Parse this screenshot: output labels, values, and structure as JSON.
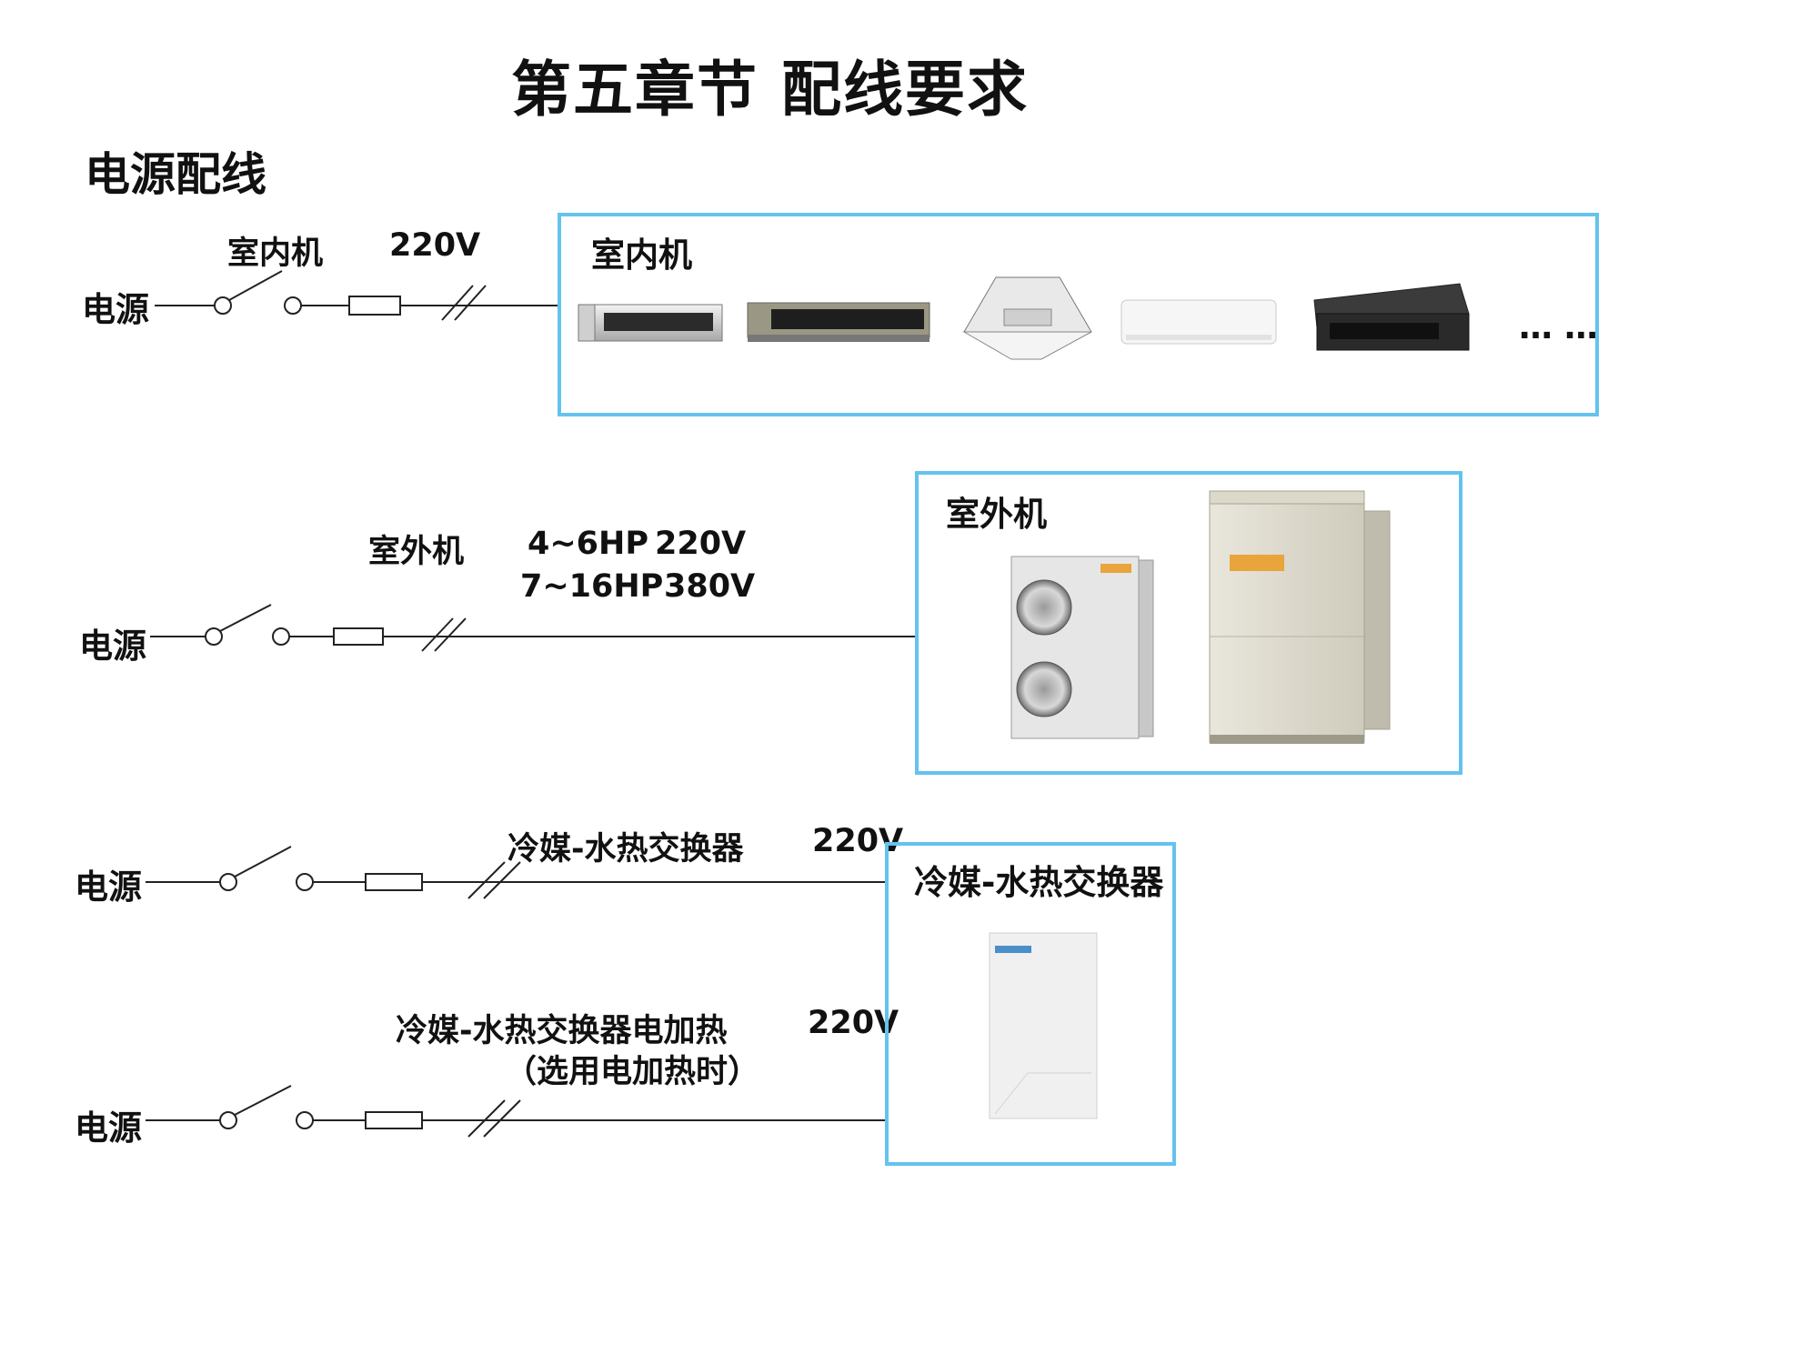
{
  "title": "第五章节  配线要求",
  "section_title": "电源配线",
  "power_source_label": "电源",
  "row1": {
    "device": "室内机",
    "voltage": "220V"
  },
  "row2": {
    "device": "室外机",
    "spec1_hp": "4~6HP",
    "spec1_v": "220V",
    "spec2_hp": "7~16HP",
    "spec2_v": "380V"
  },
  "row3": {
    "device": "冷媒-水热交换器",
    "voltage": "220V"
  },
  "row4": {
    "device": "冷媒-水热交换器电加热",
    "voltage": "220V",
    "note": "（选用电加热时）"
  },
  "box_indoor": {
    "label": "室内机",
    "ellipsis": "…  …"
  },
  "box_outdoor": {
    "label": "室外机"
  },
  "box_hx": {
    "label": "冷媒-水热交换器"
  },
  "colors": {
    "box_border": "#64c3ee",
    "line": "#222222"
  }
}
